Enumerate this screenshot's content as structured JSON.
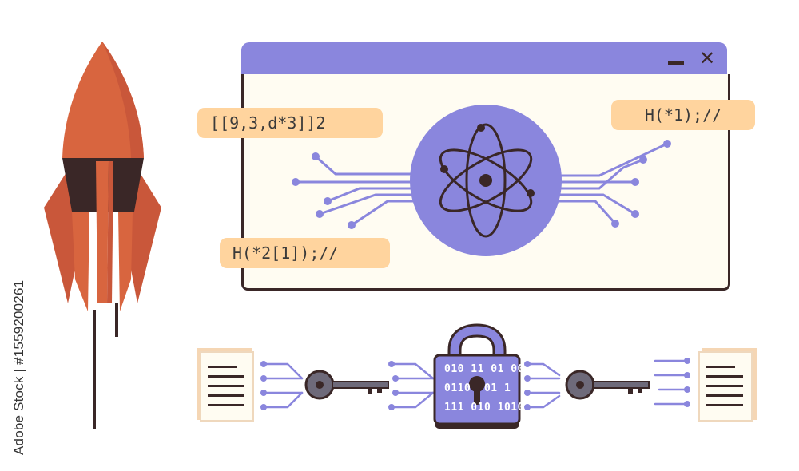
{
  "watermark": {
    "side_text": "Adobe Stock | #1559200261"
  },
  "window": {
    "minimize_label": "minimize",
    "close_label": "✕",
    "code_labels": [
      "[[9,3,d*3]]2",
      "H(*1);//",
      "H(*2[1]);//"
    ]
  },
  "lock": {
    "binary_rows": [
      "010 11 01 00",
      "0110  01 1",
      "111 010 1010"
    ]
  },
  "colors": {
    "accent_purple": "#8a86dd",
    "rocket_orange": "#d35f3f",
    "label_peach": "#ffd49e",
    "outline_dark": "#3a2727"
  },
  "icons": [
    "rocket-icon",
    "atom-icon",
    "padlock-icon",
    "key-icon",
    "document-icon",
    "circuit-lines"
  ]
}
